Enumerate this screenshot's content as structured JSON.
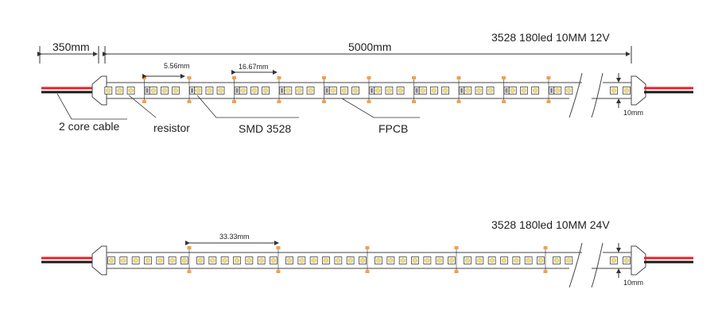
{
  "strips": [
    {
      "title": "3528 180led 10MM 12V",
      "dim_cable": "350mm",
      "dim_total": "5000mm",
      "dim_pitch": "5.56mm",
      "dim_cut": "16.67mm",
      "dim_width": "10mm",
      "callouts": {
        "cable": "2 core cable",
        "resistor": "resistor",
        "smd": "SMD 3528",
        "fpcb": "FPCB"
      },
      "leds_per_segment": 3
    },
    {
      "title": "3528 180led 10MM 24V",
      "dim_cut": "33.33mm",
      "dim_width": "10mm",
      "leds_per_segment": 6
    }
  ],
  "colors": {
    "wire_red": "#e8202a",
    "wire_black": "#1a1a1a",
    "cut_mark": "#f0a050",
    "led_yellow": "#f2e07a",
    "outline": "#444444"
  }
}
